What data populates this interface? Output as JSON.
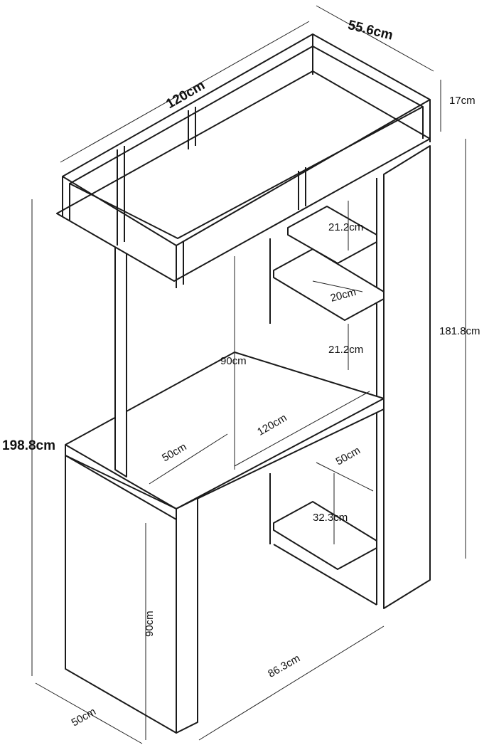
{
  "dimensions": {
    "top_depth": "55.6cm",
    "top_width": "120cm",
    "top_frame_height": "17cm",
    "shelf_gap_upper": "21.2cm",
    "shelf_depth": "20cm",
    "shelf_gap_lower": "21.2cm",
    "tower_height": "181.8cm",
    "hutch_height": "90cm",
    "total_height": "198.8cm",
    "desk_depth": "50cm",
    "desk_width": "120cm",
    "lower_shelf_depth": "50cm",
    "lower_shelf_gap": "32.3cm",
    "desk_height": "90cm",
    "knee_width": "86.3cm",
    "pedestal_depth": "50cm"
  }
}
